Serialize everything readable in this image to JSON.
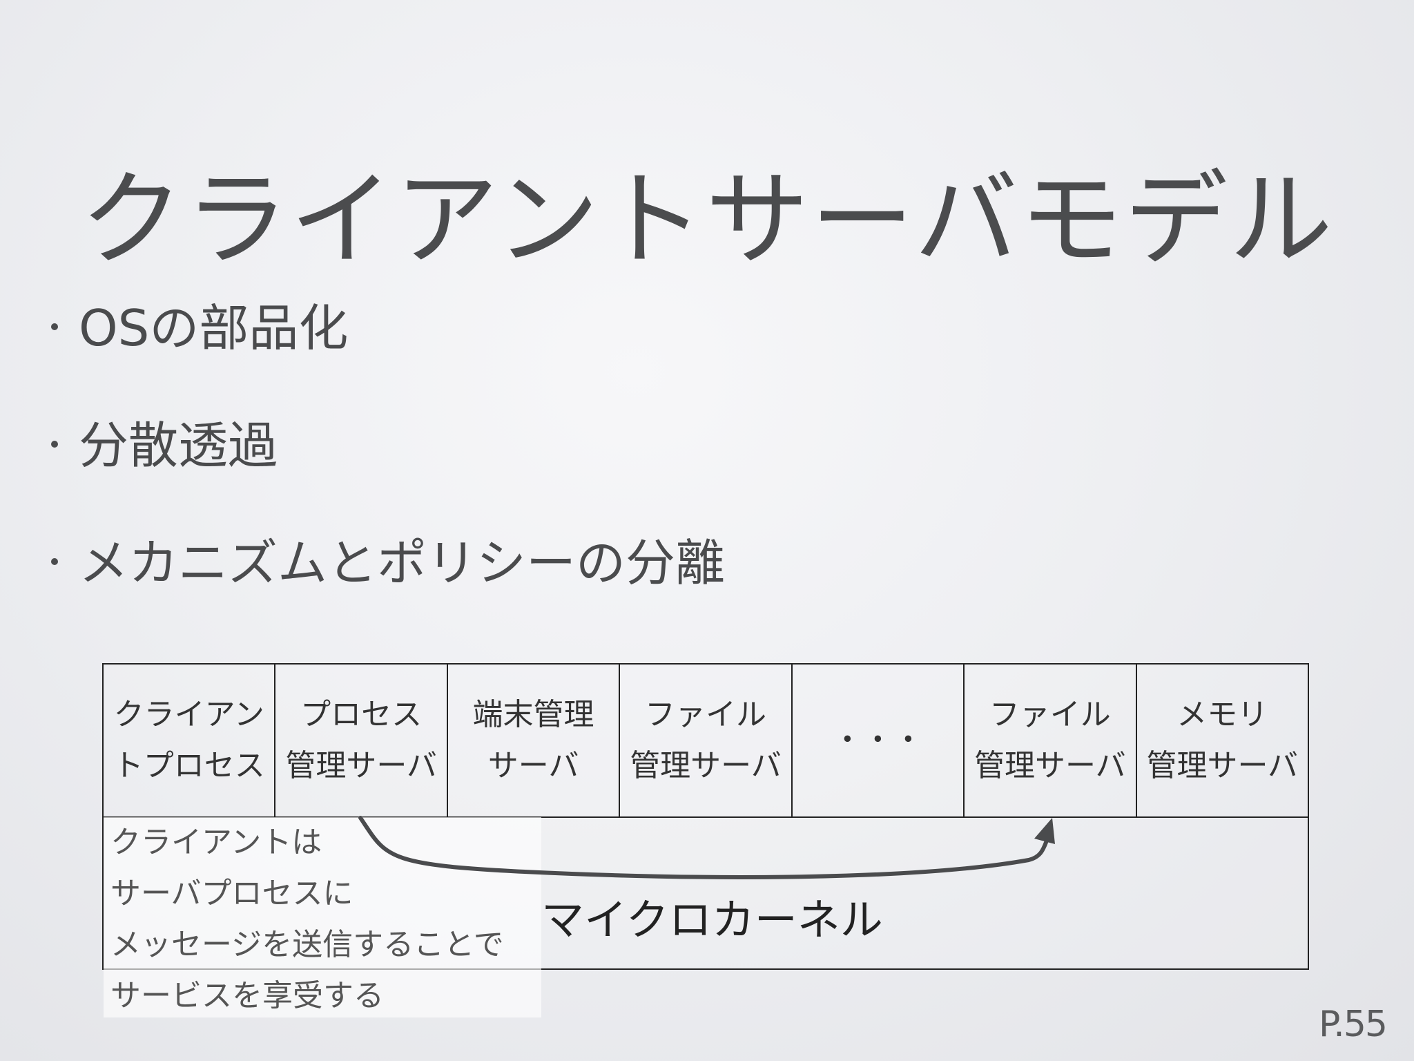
{
  "title": "クライアントサーバモデル",
  "bullets": [
    "OSの部品化",
    "分散透過",
    "メカニズムとポリシーの分離"
  ],
  "diagram": {
    "servers": [
      {
        "line1": "クライアン",
        "line2": "トプロセス"
      },
      {
        "line1": "プロセス",
        "line2": "管理サーバ"
      },
      {
        "line1": "端末管理",
        "line2": "サーバ"
      },
      {
        "line1": "ファイル",
        "line2": "管理サーバ"
      },
      {
        "line1": "・・・",
        "line2": ""
      },
      {
        "line1": "ファイル",
        "line2": "管理サーバ"
      },
      {
        "line1": "メモリ",
        "line2": "管理サーバ"
      }
    ],
    "kernel_label": "マイクロカーネル",
    "note": [
      "クライアントは",
      "サーバプロセスに",
      "メッセージを送信することで",
      "サービスを享受する"
    ]
  },
  "page_number": "P.55",
  "colors": {
    "text": "#4a4b4d",
    "border": "#222222",
    "arrow": "#4a4b4d"
  }
}
